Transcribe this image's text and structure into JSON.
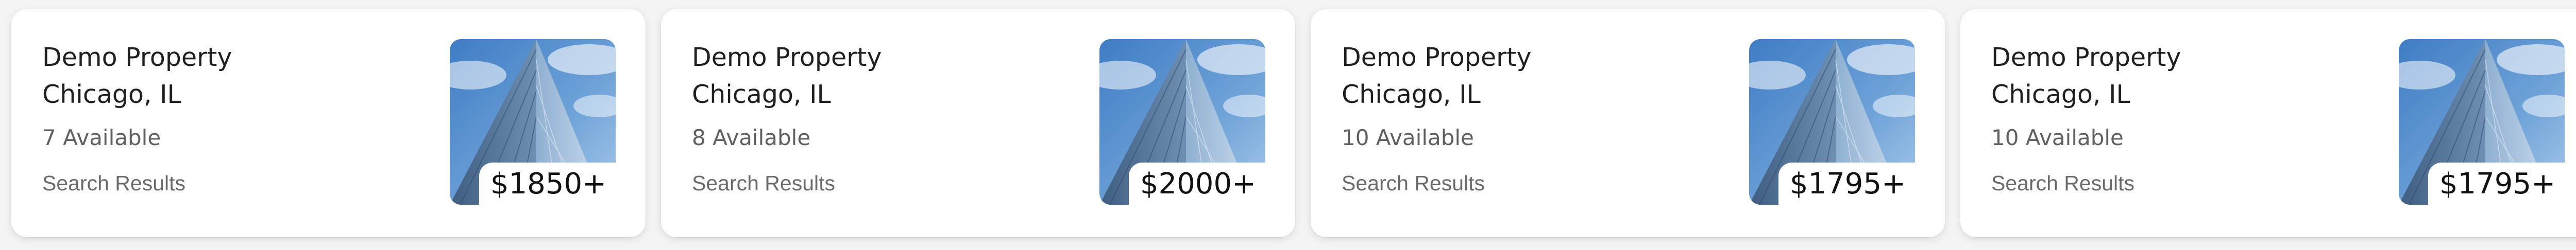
{
  "listings": [
    {
      "name": "Demo Property",
      "location": "Chicago, IL",
      "available": "7 Available",
      "link": "Search Results",
      "price": "$1850+",
      "image_icon": "building-photo"
    },
    {
      "name": "Demo Property",
      "location": "Chicago, IL",
      "available": "8 Available",
      "link": "Search Results",
      "price": "$2000+",
      "image_icon": "building-photo"
    },
    {
      "name": "Demo Property",
      "location": "Chicago, IL",
      "available": "10 Available",
      "link": "Search Results",
      "price": "$1795+",
      "image_icon": "building-photo"
    },
    {
      "name": "Demo Property",
      "location": "Chicago, IL",
      "available": "10 Available",
      "link": "Search Results",
      "price": "$1795+",
      "image_icon": "building-photo"
    }
  ],
  "colors": {
    "card_background": "#ffffff",
    "page_background": "#f4f4f5",
    "title_text": "#1f1f1f",
    "secondary_text": "#5f5f5f",
    "sky": "#4f86c6",
    "glass": "#5d7fa3"
  }
}
